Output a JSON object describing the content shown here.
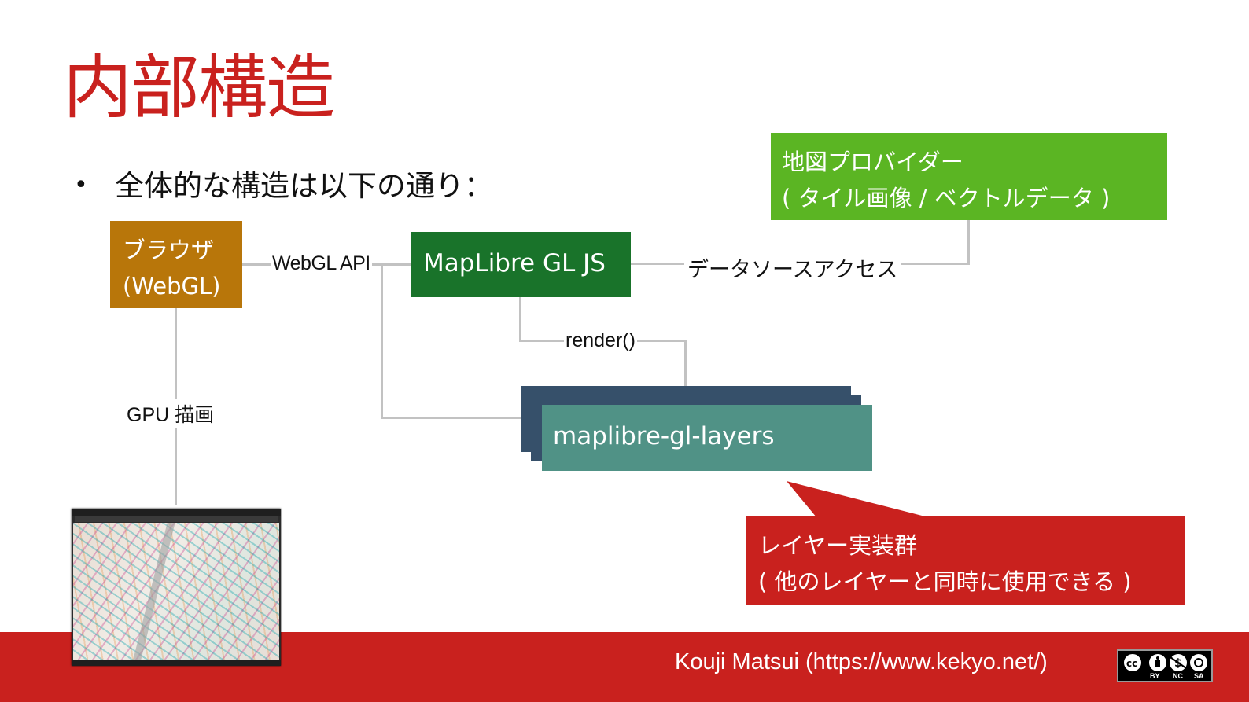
{
  "slide": {
    "title": "内部構造",
    "bullet": "•",
    "bullet_text": "全体的な構造は以下の通り："
  },
  "nodes": {
    "browser": [
      "ブラウザ",
      "(WebGL)"
    ],
    "maplibre": "MapLibre GL JS",
    "provider": [
      "地図プロバイダー",
      "( タイル画像 / ベクトルデータ )"
    ],
    "layers": "maplibre-gl-layers"
  },
  "edges": {
    "webgl_api": "WebGL API",
    "data_access": "データソースアクセス",
    "render": "render()",
    "gpu": "GPU 描画"
  },
  "callout": [
    "レイヤー実装群",
    "( 他のレイヤーと同時に使用できる )"
  ],
  "footer": {
    "credit": "Kouji Matsui (https://www.kekyo.net/)",
    "license_icon": "cc-by-nc-sa-icon",
    "license_labels": [
      "BY",
      "NC",
      "SA"
    ]
  },
  "colors": {
    "accent": "#c9211e",
    "browser": "#b8760a",
    "maplibre": "#19732a",
    "provider": "#5bb523",
    "layers": "#509286",
    "layers_stack": "#36506a",
    "connector": "#c2c2c2"
  }
}
